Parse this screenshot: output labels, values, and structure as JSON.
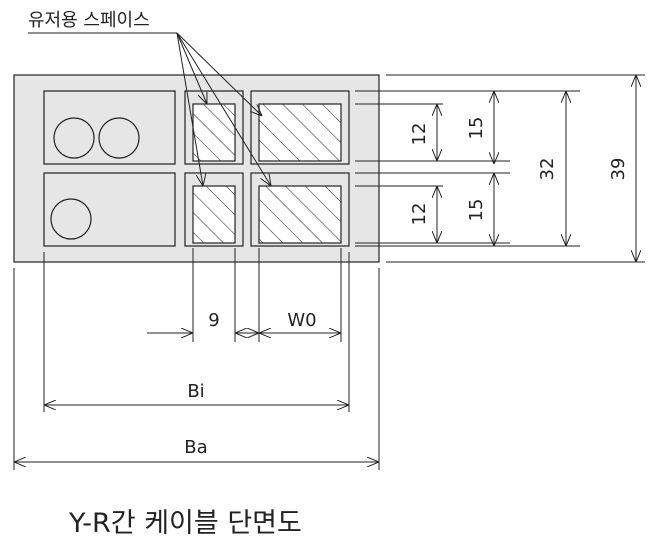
{
  "diagram": {
    "user_space_label": "유저용 스페이스",
    "dims": {
      "d12_top": "12",
      "d15_top": "15",
      "d12_bottom": "12",
      "d15_bottom": "15",
      "d32": "32",
      "d39": "39",
      "d9": "9",
      "dW0": "W0",
      "dBi": "Bi",
      "dBa": "Ba"
    },
    "title": "Y-R간 케이블 단면도",
    "colors": {
      "housing_fill": "#e6e6e6",
      "line": "#222222"
    }
  }
}
